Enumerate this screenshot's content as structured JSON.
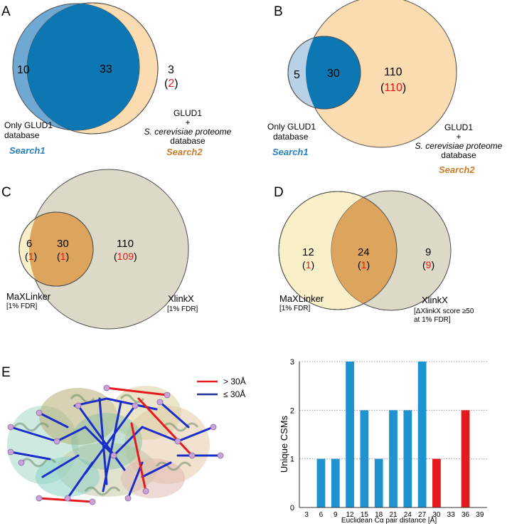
{
  "colors": {
    "blue_dark": "#0d77b3",
    "blue_light": "#6fa8d2",
    "orange_light": "#fbdcb0",
    "gray_light": "#dcd9c9",
    "cream": "#f9efc8",
    "gold": "#dca45c",
    "bar_blue": "#1f93cf",
    "bar_red": "#e41a1c",
    "search1": "#2a7fc0",
    "search2": "#c97d2a",
    "red_text": "#e41a1c"
  },
  "panels": {
    "A": {
      "letter": "A",
      "only": "10",
      "both": "33",
      "right": "3",
      "right_paren": "2",
      "left_label": [
        "Only GLUD1",
        "database"
      ],
      "right_label": [
        "GLUD1",
        "+",
        "S. cerevisiae proteome",
        "database"
      ],
      "left_search": "Search1",
      "right_search": "Search2"
    },
    "B": {
      "letter": "B",
      "only": "5",
      "both": "30",
      "right": "110",
      "right_paren": "110",
      "left_label": [
        "Only GLUD1",
        "database"
      ],
      "right_label": [
        "GLUD1",
        "+",
        "S. cerevisiae proteome",
        "database"
      ],
      "left_search": "Search1",
      "right_search": "Search2"
    },
    "C": {
      "letter": "C",
      "left": "6",
      "left_paren": "1",
      "both": "30",
      "both_paren": "1",
      "right": "110",
      "right_paren": "109",
      "left_label": "MaXLinker",
      "left_sub": "[1% FDR]",
      "right_label": "XlinkX",
      "right_sub": "[1% FDR]"
    },
    "D": {
      "letter": "D",
      "left": "12",
      "left_paren": "1",
      "both": "24",
      "both_paren": "1",
      "right": "9",
      "right_paren": "9",
      "left_label": "MaXLinker",
      "left_sub": "[1% FDR]",
      "right_label": "XlinkX",
      "right_sub": [
        "[ΔXlinkX score  ≥50",
        "at 1% FDR]"
      ]
    },
    "E": {
      "letter": "E",
      "legend_gt": "> 30Å",
      "legend_le": "≤ 30Å"
    }
  },
  "chart_data": {
    "type": "bar",
    "ylabel": "Unique CSMs",
    "xlabel": "Euclidean Cα pair distance [Å]",
    "ylim": [
      0,
      3
    ],
    "yticks": [
      "0",
      "1",
      "2",
      "3"
    ],
    "categories": [
      "3",
      "6",
      "9",
      "12",
      "15",
      "18",
      "21",
      "24",
      "27",
      "30",
      "33",
      "36",
      "39"
    ],
    "values": [
      0,
      1,
      1,
      3,
      2,
      1,
      2,
      2,
      3,
      1,
      0,
      2,
      0
    ],
    "colors": [
      "bar_blue",
      "bar_blue",
      "bar_blue",
      "bar_blue",
      "bar_blue",
      "bar_blue",
      "bar_blue",
      "bar_blue",
      "bar_blue",
      "bar_red",
      "bar_red",
      "bar_red",
      "bar_red"
    ],
    "grid": true
  }
}
